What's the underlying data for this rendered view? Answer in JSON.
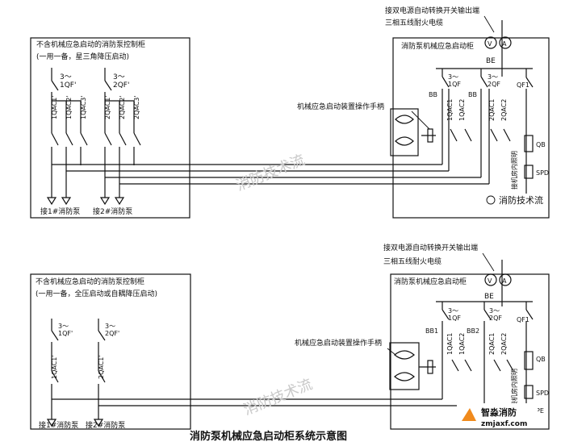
{
  "top": {
    "left_box_title": "不含机械应急启动的消防泵控制柜",
    "left_box_sub": "(一用一备，星三角降压启动)",
    "switch1": "3～\n1QF'",
    "switch2": "3～\n2QF'",
    "contactors1": [
      "1QAC1'",
      "1QAC2'",
      "1QAC3'"
    ],
    "contactors2": [
      "2QAC1'",
      "2QAC2'",
      "2QAC3'"
    ],
    "pump1": "接1#消防泵",
    "pump2": "接2#消防泵",
    "handle_label": "机械应急启动装置操作手柄",
    "cable_label1": "接双电源自动转换开关输出端",
    "cable_label2": "三相五线耐火电缆",
    "right_box_title": "消防泵机械应急启动柜",
    "meter_v": "V",
    "meter_a": "A",
    "be": "BE",
    "qf1": "QF1",
    "bb_left": "BB",
    "bb_right": "BB",
    "qf_1": "3～\n1QF",
    "qf_2": "3～\n2QF",
    "qac_1": [
      "1QAC1",
      "1QAC2"
    ],
    "qac_2": [
      "2QAC1",
      "2QAC2"
    ],
    "qb": "QB",
    "spd": "SPD",
    "vertical_text": "接机房内照明",
    "watermark": "消防技术流",
    "brand_small": "消防技术流"
  },
  "bottom": {
    "left_box_title": "不含机械应急启动的消防泵控制柜",
    "left_box_sub": "(一用一备，全压启动或自耦降压启动)",
    "switch1": "3～\n1QF'",
    "switch2": "3～\n2QF'",
    "contactor1": "1QAC1'",
    "contactor2": "2QAC1'",
    "pump1": "接1#消防泵",
    "pump2": "接2#消防泵",
    "handle_label": "机械应急启动装置操作手柄",
    "cable_label1": "接双电源自动转换开关输出端",
    "cable_label2": "三相五线耐火电缆",
    "right_box_title": "消防泵机械应急启动柜",
    "meter_v": "V",
    "meter_a": "A",
    "be": "BE",
    "qf1": "QF1",
    "bb1": "BB1",
    "bb2": "BB2",
    "qf_1": "3～\n1QF",
    "qf_2": "3～\n2QF",
    "qac_1": [
      "1QAC1",
      "1QAC2"
    ],
    "qac_2": [
      "2QAC1",
      "2QAC2"
    ],
    "qb": "QB",
    "spd": "SPD",
    "vertical_text": "接机房内照明",
    "watermark": "消防技术流",
    "pe": "PE"
  },
  "caption": "消防泵机械应急启动柜系统示意图",
  "logo": {
    "name": "智淼消防",
    "url": "zmjaxf.com"
  }
}
